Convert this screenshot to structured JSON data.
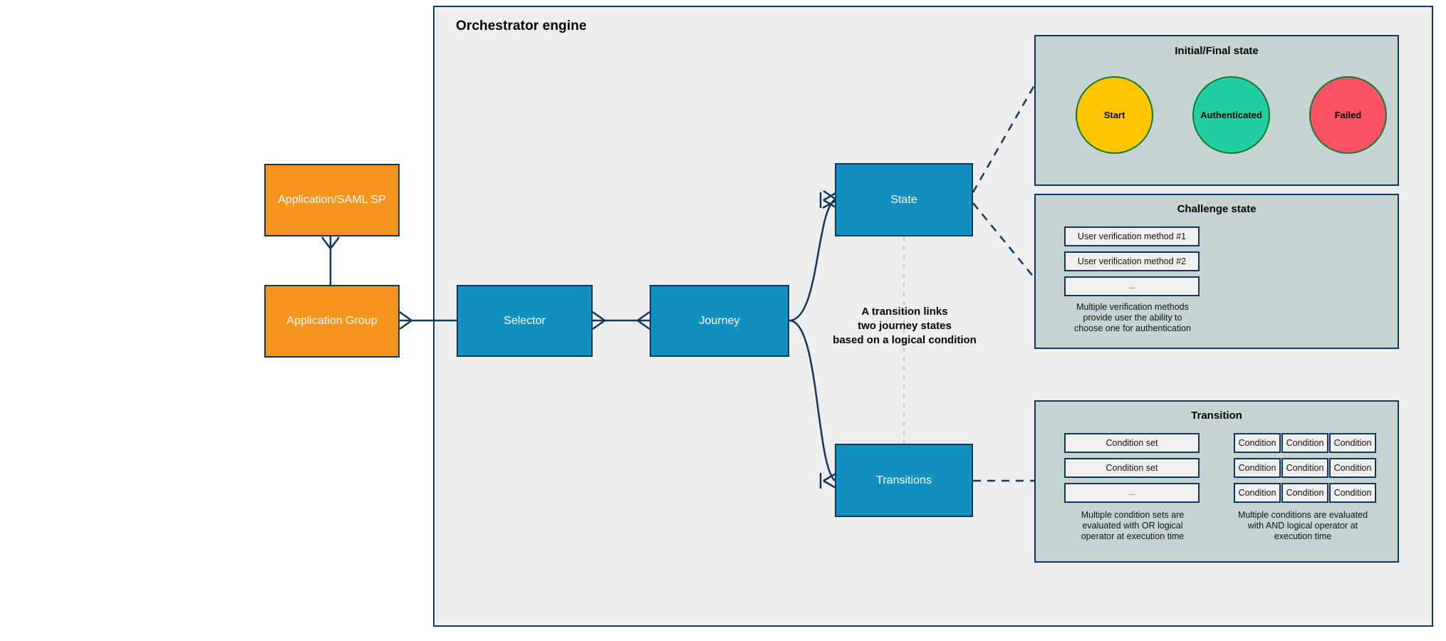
{
  "diagram": {
    "title": "Orchestrator engine"
  },
  "left_nodes": [
    {
      "id": "application-saml-sp",
      "label": "Application/SAML SP"
    },
    {
      "id": "application-group",
      "label": "Application Group"
    }
  ],
  "flow_nodes": [
    {
      "id": "selector",
      "label": "Selector"
    },
    {
      "id": "journey",
      "label": "Journey"
    },
    {
      "id": "state",
      "label": "State"
    },
    {
      "id": "transitions",
      "label": "Transitions"
    }
  ],
  "flow_note": {
    "line1": "A transition links",
    "line2": "two journey states",
    "line3": "based on a logical condition"
  },
  "panels": {
    "initial_final": {
      "title": "Initial/Final state",
      "circles": [
        {
          "label": "Start",
          "color": "#ffc600"
        },
        {
          "label": "Authenticated",
          "color": "#22cfa5"
        },
        {
          "label": "Failed",
          "color": "#fb5265"
        }
      ]
    },
    "challenge": {
      "title": "Challenge state",
      "methods": [
        "User verification method #1",
        "User verification method #2",
        "..."
      ],
      "note": "Multiple verification methods\nprovide user the ability to\nchoose one for authentication",
      "note_lines": [
        "Multiple verification methods",
        "provide user the ability to",
        "choose one for authentication"
      ]
    },
    "transition": {
      "title": "Transition",
      "condition_sets": [
        "Condition set",
        "Condition set",
        "..."
      ],
      "conditions_grid": [
        [
          "Condition",
          "Condition",
          "Condition"
        ],
        [
          "Condition",
          "Condition",
          "Condition"
        ],
        [
          "Condition",
          "Condition",
          "Condition"
        ]
      ],
      "note_left_lines": [
        "Multiple condition sets are",
        "evaluated with OR logical",
        "operator at execution time"
      ],
      "note_right_lines": [
        "Multiple conditions are evaluated",
        "with AND logical operator at",
        "execution time"
      ]
    }
  },
  "colors": {
    "border": "#10375c",
    "orange": "#f7941e",
    "blue": "#1290c0",
    "panel_bg": "#c5d3d3",
    "canvas_bg": "#eeeeee",
    "circle_stroke": "#12782a",
    "dashed_gray": "#c9c9c9"
  }
}
